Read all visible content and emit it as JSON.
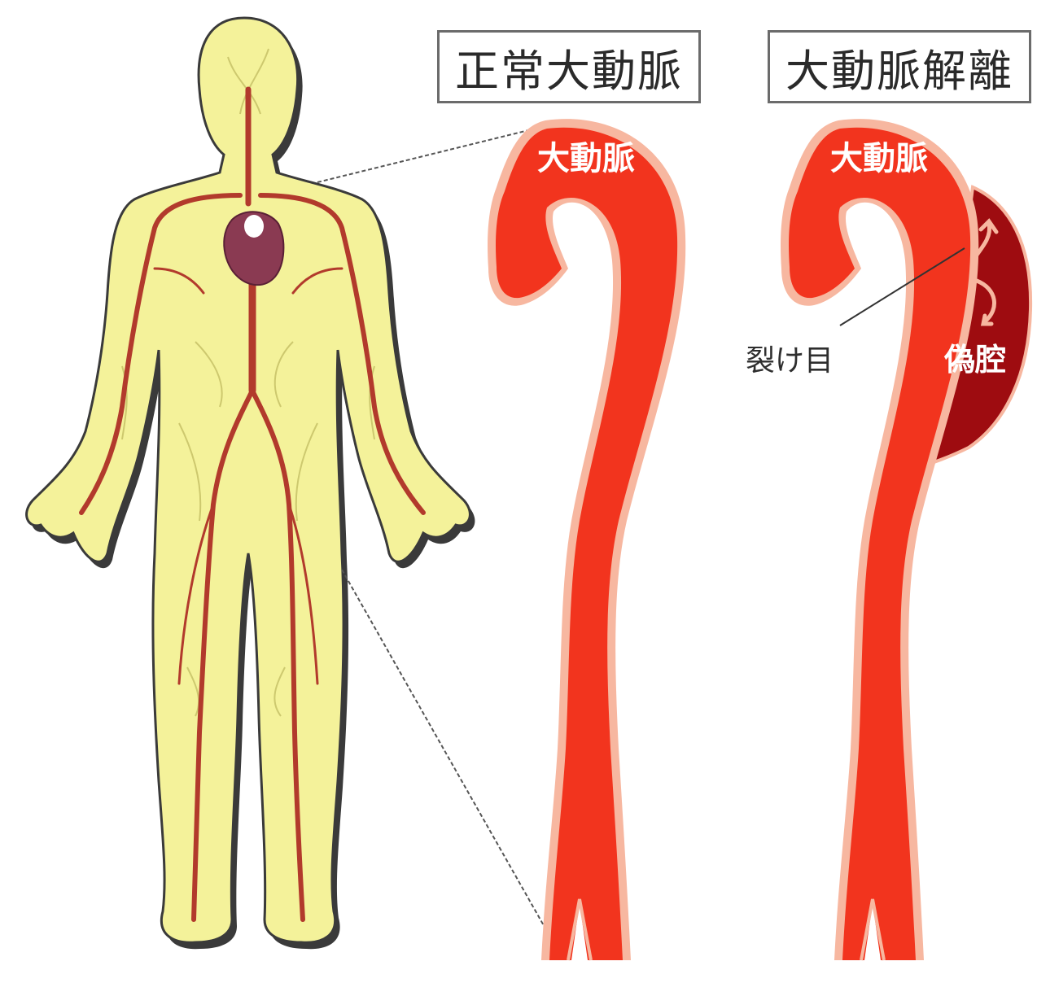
{
  "titles": {
    "normal": "正常大動脈",
    "dissection": "大動脈解離"
  },
  "labels": {
    "aorta_normal": "大動脈",
    "aorta_dissection": "大動脈",
    "tear": "裂け目",
    "false_lumen": "偽腔"
  },
  "colors": {
    "body_fill": "#f4f29a",
    "body_outline": "#3a3a3a",
    "artery": "#b23a2c",
    "heart": "#8a3a52",
    "aorta": "#f2341e",
    "aorta_rim": "#f7b7a0",
    "false_lumen": "#9e0c10"
  }
}
